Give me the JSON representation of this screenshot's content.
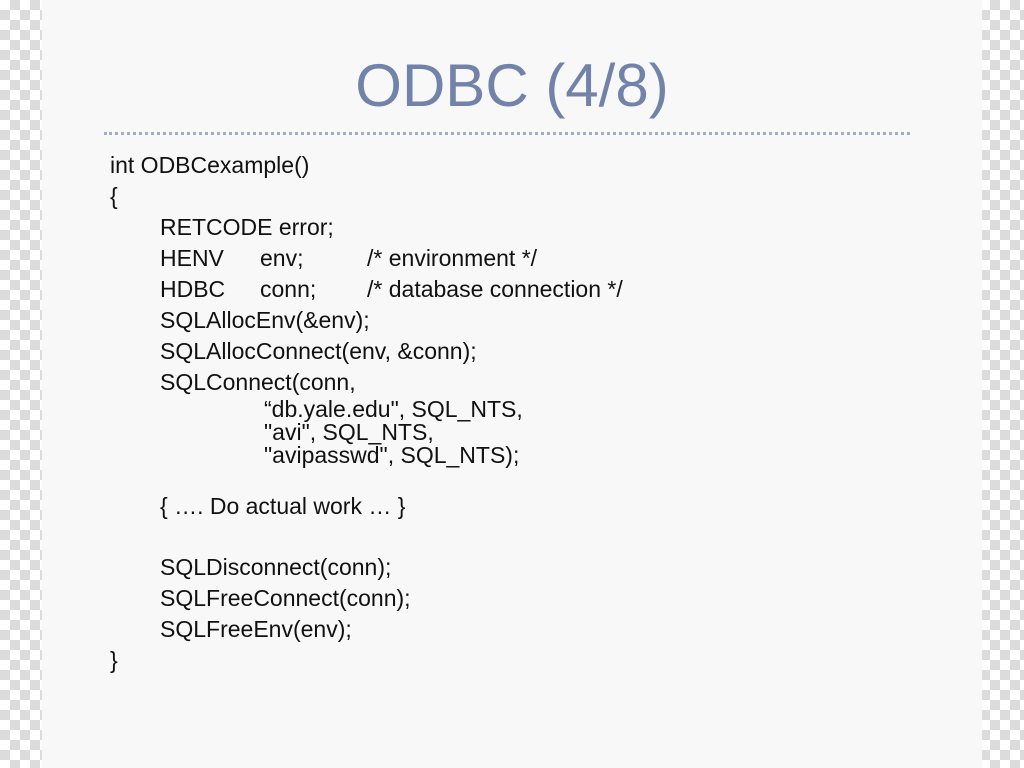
{
  "slide": {
    "title": "ODBC (4/8)",
    "code": {
      "l01": "int ODBCexample()",
      "l02": "{",
      "l03": "RETCODE error;",
      "l04a": "HENV",
      "l04b": "env;",
      "l04c": "/* environment */",
      "l05a": "HDBC",
      "l05b": "conn;",
      "l05c": "/* database connection */",
      "l06": "SQLAllocEnv(&env);",
      "l07": "SQLAllocConnect(env, &conn);",
      "l08": "SQLConnect(conn,",
      "l09": "“db.yale.edu\", SQL_NTS,",
      "l10": "\"avi\", SQL_NTS,",
      "l11": "\"avipasswd\", SQL_NTS);",
      "l12": "{ …. Do actual work … }",
      "l13": "SQLDisconnect(conn);",
      "l14": "SQLFreeConnect(conn);",
      "l15": "SQLFreeEnv(env);",
      "l16": "}"
    }
  }
}
